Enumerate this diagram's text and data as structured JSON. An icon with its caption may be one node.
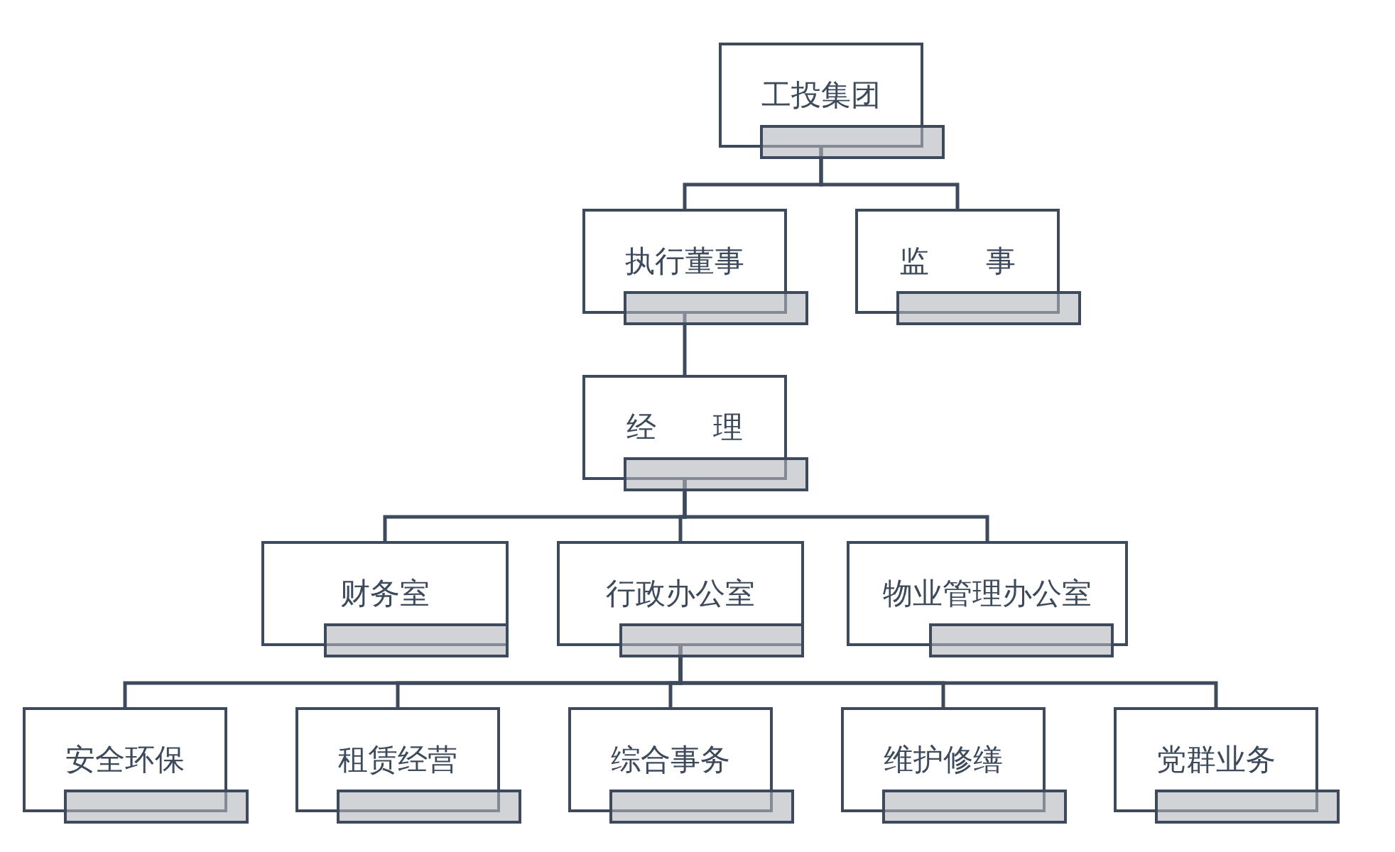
{
  "diagram": {
    "nodes": [
      {
        "text": [
          "工投集团"
        ]
      },
      {
        "text": [
          "执行董事"
        ]
      },
      {
        "text": [
          "监 事"
        ]
      },
      {
        "text": [
          "经 理"
        ]
      },
      {
        "text": [
          "财务室"
        ]
      },
      {
        "text": [
          "行政办公室"
        ]
      },
      {
        "text": [
          "物业管理办公室"
        ]
      },
      {
        "text": [
          "安全环保"
        ]
      },
      {
        "text": [
          "租赁经营"
        ]
      },
      {
        "text": [
          "综合事务"
        ]
      },
      {
        "text": [
          "维护修缮"
        ]
      },
      {
        "text": [
          "党群业务"
        ]
      },
      {
        "text": [],
        "shape": "bar"
      },
      {
        "text": [],
        "shape": "bar"
      },
      {
        "text": [],
        "shape": "bar"
      },
      {
        "text": [],
        "shape": "bar"
      },
      {
        "text": [],
        "shape": "bar"
      },
      {
        "text": [],
        "shape": "bar"
      },
      {
        "text": [],
        "shape": "bar"
      },
      {
        "text": [],
        "shape": "bar"
      },
      {
        "text": [],
        "shape": "bar"
      },
      {
        "text": [],
        "shape": "bar"
      },
      {
        "text": [],
        "shape": "bar"
      },
      {
        "text": [],
        "shape": "bar"
      }
    ],
    "edges": [
      {
        "from": 0,
        "to": 1,
        "arrow": "none"
      },
      {
        "from": 0,
        "to": 2,
        "arrow": "none"
      },
      {
        "from": 1,
        "to": 3,
        "arrow": "none"
      },
      {
        "from": 3,
        "to": 4,
        "arrow": "none"
      },
      {
        "from": 3,
        "to": 5,
        "arrow": "none"
      },
      {
        "from": 3,
        "to": 6,
        "arrow": "none"
      },
      {
        "from": 5,
        "to": 7,
        "arrow": "none"
      },
      {
        "from": 5,
        "to": 8,
        "arrow": "none"
      },
      {
        "from": 5,
        "to": 9,
        "arrow": "none"
      },
      {
        "from": 5,
        "to": 10,
        "arrow": "none"
      },
      {
        "from": 5,
        "to": 11,
        "arrow": "none"
      }
    ]
  }
}
